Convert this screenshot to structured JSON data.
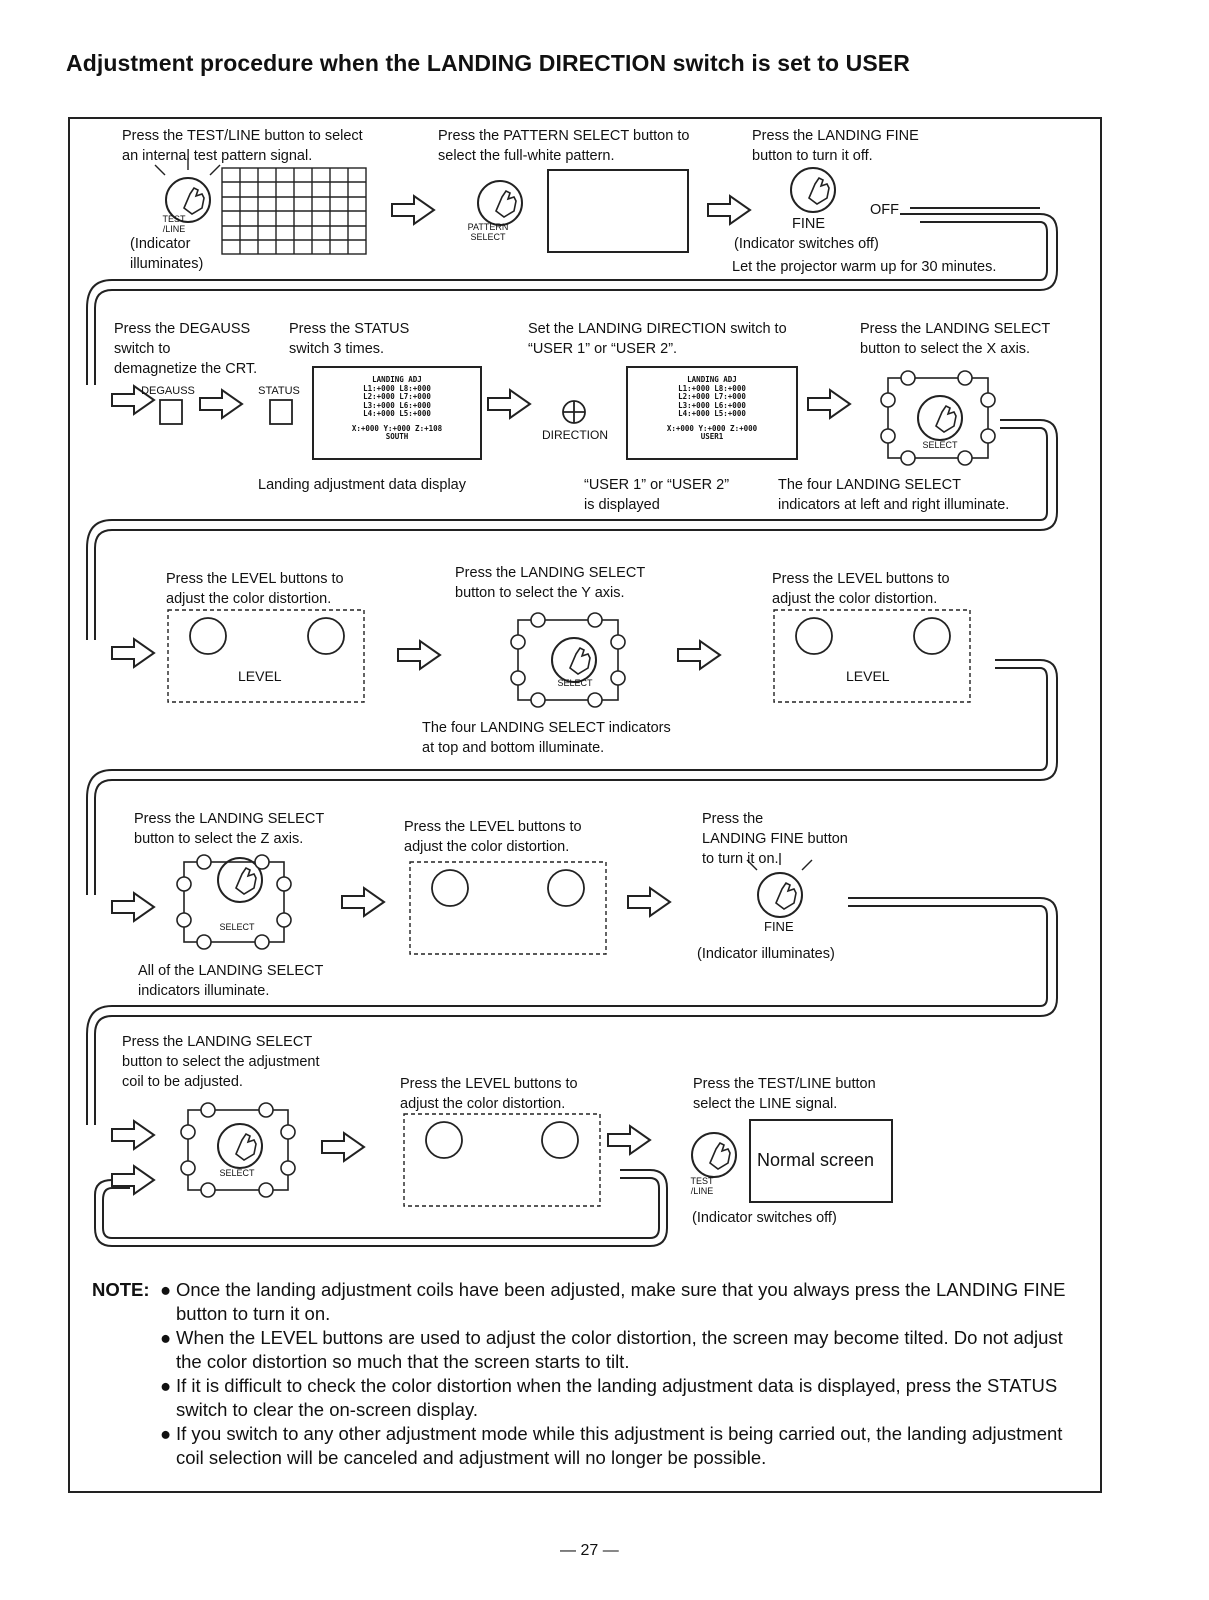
{
  "title": "Adjustment procedure when the LANDING DIRECTION switch is set to USER",
  "row1": {
    "step1": "Press the TEST/LINE button to select\nan internal test pattern signal.",
    "step1_btn": "TEST\n/LINE",
    "step1_note": "(Indicator\nilluminates)",
    "step2": "Press the PATTERN SELECT button to\nselect the full-white pattern.",
    "step2_btn": "PATTERN\nSELECT",
    "step3": "Press the LANDING FINE\nbutton to turn it off.",
    "step3_btn": "FINE",
    "step3_off": "OFF",
    "step3_note": "(Indicator switches off)",
    "step3_warm": "Let the projector warm up for 30 minutes."
  },
  "row2": {
    "step1": "Press the DEGAUSS\nswitch to\ndemagnetize the CRT.",
    "step1_btn": "DEGAUSS",
    "step2": "Press the STATUS\nswitch 3 times.",
    "step2_btn": "STATUS",
    "osd1": [
      "LANDING ADJ",
      "L1:+000 L8:+000",
      "L2:+000 L7:+000",
      "L3:+000 L6:+000",
      "L4:+000 L5:+000",
      "X:+000 Y:+000 Z:+108",
      "SOUTH"
    ],
    "osd_caption": "Landing adjustment data display",
    "step3": "Set the LANDING DIRECTION switch to\n“USER 1” or “USER 2”.",
    "step3_btn": "DIRECTION",
    "osd2": [
      "LANDING ADJ",
      "L1:+000 L8:+000",
      "L2:+000 L7:+000",
      "L3:+000 L6:+000",
      "L4:+000 L5:+000",
      "X:+000 Y:+000 Z:+000",
      "USER1"
    ],
    "osd2_caption": "“USER 1” or “USER 2”\nis displayed",
    "step4": "Press the LANDING SELECT\nbutton to select the X axis.",
    "step4_btn": "SELECT",
    "step4_note": "The four LANDING SELECT\nindicators at left and right illuminate."
  },
  "row3": {
    "step1": "Press the LEVEL buttons to\nadjust the color distortion.",
    "level_label": "LEVEL",
    "step2": "Press the LANDING SELECT\nbutton to select the Y axis.",
    "step2_btn": "SELECT",
    "step2_note": "The four LANDING SELECT indicators\nat top and bottom illuminate.",
    "step3": "Press the LEVEL buttons to\nadjust the color distortion."
  },
  "row4": {
    "step1": "Press the LANDING SELECT\nbutton to select the Z axis.",
    "step1_btn": "SELECT",
    "step1_note": "All of the LANDING SELECT\nindicators illuminate.",
    "step2": "Press the LEVEL buttons to\nadjust the color distortion.",
    "step3": "Press the\nLANDING FINE button\nto turn it on.",
    "step3_btn": "FINE",
    "step3_note": "(Indicator illuminates)"
  },
  "row5": {
    "step1": "Press the LANDING SELECT\nbutton to select the adjustment\ncoil to be adjusted.",
    "step1_btn": "SELECT",
    "step2": "Press the LEVEL buttons to\nadjust the color distortion.",
    "step3": "Press the TEST/LINE button\nselect the LINE signal.",
    "step3_btn": "TEST\n/LINE",
    "screen": "Normal screen",
    "step3_note": "(Indicator switches off)"
  },
  "note": {
    "label": "NOTE:",
    "bullet": "●",
    "items": [
      "Once the landing adjustment coils have been adjusted, make sure that you always press the LANDING FINE button to turn it on.",
      "When the LEVEL buttons are used to adjust the color distortion, the screen may become tilted. Do not adjust the color distortion so much that the screen starts to tilt.",
      "If it is difficult to check the color distortion when the landing adjustment data is displayed, press the STATUS switch to clear the on-screen display.",
      "If you switch to any other adjustment mode while this adjustment is being carried out, the landing adjustment coil selection will be canceled and adjustment will no longer be possible."
    ]
  },
  "page_number": "— 27 —"
}
